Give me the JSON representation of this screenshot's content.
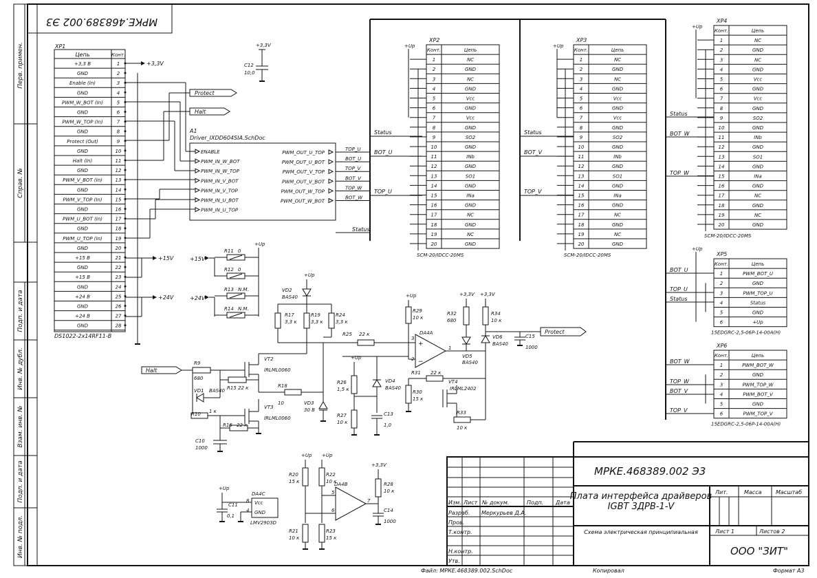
{
  "stamp_top": "МРКЕ.468389.002 Э3",
  "left_strip": [
    "Перв. примен.",
    "Справ. №",
    "Подп. и дата",
    "Инв. № дубл.",
    "Взам. инв. №",
    "Подп. и дата",
    "Инв. № подл."
  ],
  "xp1": {
    "ref": "XP1",
    "col_name": "Цепь",
    "col_pin": "Конт.",
    "part": "DS1022-2x14RF11-B",
    "rows": [
      [
        "+3,3 В",
        "1"
      ],
      [
        "GND",
        "2"
      ],
      [
        "Enable (In)",
        "3"
      ],
      [
        "GND",
        "4"
      ],
      [
        "PWM_W_BOT (In)",
        "5"
      ],
      [
        "GND",
        "6"
      ],
      [
        "PWM_W_TOP (In)",
        "7"
      ],
      [
        "GND",
        "8"
      ],
      [
        "Protect (Out)",
        "9"
      ],
      [
        "GND",
        "10"
      ],
      [
        "Halt (In)",
        "11"
      ],
      [
        "GND",
        "12"
      ],
      [
        "PWM_V_BOT (In)",
        "13"
      ],
      [
        "GND",
        "14"
      ],
      [
        "PWM_V_TOP (In)",
        "15"
      ],
      [
        "GND",
        "16"
      ],
      [
        "PWM_U_BOT (In)",
        "17"
      ],
      [
        "GND",
        "18"
      ],
      [
        "PWM_U_TOP (In)",
        "19"
      ],
      [
        "GND",
        "20"
      ],
      [
        "+15 В",
        "21"
      ],
      [
        "GND",
        "22"
      ],
      [
        "+15 В",
        "23"
      ],
      [
        "GND",
        "24"
      ],
      [
        "+24 В",
        "25"
      ],
      [
        "GND",
        "26"
      ],
      [
        "+24 В",
        "27"
      ],
      [
        "GND",
        "28"
      ]
    ]
  },
  "scm_rows": [
    [
      "1",
      "NC"
    ],
    [
      "2",
      "GND"
    ],
    [
      "3",
      "NC"
    ],
    [
      "4",
      "GND"
    ],
    [
      "5",
      "Vcc"
    ],
    [
      "6",
      "GND"
    ],
    [
      "7",
      "Vcc"
    ],
    [
      "8",
      "GND"
    ],
    [
      "9",
      "SO2"
    ],
    [
      "10",
      "GND"
    ],
    [
      "11",
      "INb"
    ],
    [
      "12",
      "GND"
    ],
    [
      "13",
      "SO1"
    ],
    [
      "14",
      "GND"
    ],
    [
      "15",
      "INa"
    ],
    [
      "16",
      "GND"
    ],
    [
      "17",
      "NC"
    ],
    [
      "18",
      "GND"
    ],
    [
      "19",
      "NC"
    ],
    [
      "20",
      "GND"
    ]
  ],
  "xp2": {
    "ref": "XP2",
    "col_pin": "Конт.",
    "col_name": "Цепь",
    "part": "SCM-20/IDCC-20MS"
  },
  "xp3": {
    "ref": "XP3",
    "col_pin": "Конт.",
    "col_name": "Цепь",
    "part": "SCM-20/IDCC-20MS"
  },
  "xp4": {
    "ref": "XP4",
    "col_pin": "Конт.",
    "col_name": "Цепь",
    "part": "SCM-20/IDCC-20MS"
  },
  "xp5": {
    "ref": "XP5",
    "col_pin": "Конт.",
    "col_name": "Цепь",
    "part": "15EDGRC-2,5-06P-14-00A(H)",
    "rows": [
      [
        "1",
        "PWM_BOT_U"
      ],
      [
        "2",
        "GND"
      ],
      [
        "3",
        "PWM_TOP_U"
      ],
      [
        "4",
        "Status"
      ],
      [
        "5",
        "GND"
      ],
      [
        "6",
        "+Up"
      ]
    ]
  },
  "xp6": {
    "ref": "XP6",
    "col_pin": "Конт.",
    "col_name": "Цепь",
    "part": "15EDGRC-2,5-06P-14-00A(H)",
    "rows": [
      [
        "1",
        "PWM_BOT_W"
      ],
      [
        "2",
        "GND"
      ],
      [
        "3",
        "PWM_TOP_W"
      ],
      [
        "4",
        "PWM_BOT_V"
      ],
      [
        "5",
        "GND"
      ],
      [
        "6",
        "PWM_TOP_V"
      ]
    ]
  },
  "a1": {
    "ref": "A1",
    "name": "Driver_IXDD604SIA.SchDoc",
    "inputs": [
      "ENABLE",
      "PWM_IN_W_BOT",
      "PWM_IN_W_TOP",
      "PWM_IN_V_BOT",
      "PWM_IN_V_TOP",
      "PWM_IN_U_BOT",
      "PWM_IN_U_TOP"
    ],
    "outputs": [
      "PWM_OUT_U_TOP",
      "PWM_OUT_U_BOT",
      "PWM_OUT_V_TOP",
      "PWM_OUT_V_BOT",
      "PWM_OUT_W_TOP",
      "PWM_OUT_W_BOT"
    ],
    "out_nets": [
      "TOP_U",
      "BOT_U",
      "TOP_V",
      "BOT_V",
      "TOP_W",
      "BOT_W"
    ]
  },
  "nets": {
    "protect": "Protect",
    "halt": "Halt",
    "p33": "+3,3V",
    "p15": "+15V",
    "p24": "+24V",
    "up": "+Up",
    "status": "Status",
    "bot_u": "BOT_U",
    "top_u": "TOP_U",
    "bot_v": "BOT_V",
    "top_v": "TOP_V",
    "bot_w": "BOT_W",
    "top_w": "TOP_W"
  },
  "parts": {
    "c12": [
      "C12",
      "10,0"
    ],
    "r11": [
      "R11",
      "0"
    ],
    "r12": [
      "R12",
      "0"
    ],
    "r13": [
      "R13",
      "N.M."
    ],
    "r14": [
      "R14",
      "N.M."
    ],
    "vd2": [
      "VD2",
      "BAS40"
    ],
    "r17": [
      "R17",
      "3,3 к"
    ],
    "r19": [
      "R19",
      "3,3 к"
    ],
    "r24": [
      "R24",
      "3,3 к"
    ],
    "r25": [
      "R25",
      "22 к"
    ],
    "r29": [
      "R29",
      "10 к"
    ],
    "r32": [
      "R32",
      "680"
    ],
    "r34": [
      "R34",
      "10 к"
    ],
    "vd5": [
      "VD5",
      "BAS40"
    ],
    "vd6": [
      "VD6",
      "BAS40"
    ],
    "c15": [
      "C15",
      "1000"
    ],
    "da4a": "DA4A",
    "r9": [
      "R9",
      "680"
    ],
    "vt2": [
      "VT2",
      "IRLML0060"
    ],
    "r15": [
      "R15",
      "22 к"
    ],
    "vd1": [
      "VD1",
      "BAS40"
    ],
    "r18": [
      "R18",
      "10"
    ],
    "r10": [
      "R10",
      "1 к"
    ],
    "vt3": [
      "VT3",
      "IRLML0060"
    ],
    "r16": [
      "R16",
      "22 к"
    ],
    "c10": [
      "C10",
      "1000"
    ],
    "vd3": [
      "VD3",
      "30 В"
    ],
    "r26": [
      "R26",
      "1,5 к"
    ],
    "vd4": [
      "VD4",
      "BAS40"
    ],
    "r27": [
      "R27",
      "10 к"
    ],
    "c13": [
      "C13",
      "1,0"
    ],
    "r31": [
      "R31",
      "22 к"
    ],
    "r30": [
      "R30",
      "15 к"
    ],
    "vt4": [
      "VT4",
      "IRLML2402"
    ],
    "r33": [
      "R33",
      "10 к"
    ],
    "da4c": "DA4C",
    "c11": [
      "C11",
      "0,1"
    ],
    "da4c_part": "LMV2903D",
    "r20": [
      "R20",
      "15 к"
    ],
    "r22": [
      "R22",
      "10 к"
    ],
    "r21": [
      "R21",
      "10 к"
    ],
    "r23": [
      "R23",
      "15 к"
    ],
    "da4b": "DA4B",
    "r28": [
      "R28",
      "10 к"
    ],
    "c14": [
      "C14",
      "1000"
    ],
    "vcc": "Vcc",
    "gnd": "GND"
  },
  "title_block": {
    "code": "МРКЕ.468389.002 Э3",
    "title1": "Плата интерфейса драйверов",
    "title2": "IGBT 3ДРВ-1-V",
    "doc_type": "Схема электрическая принципиальная",
    "cols": [
      "Изм.",
      "Лист",
      "№ докум.",
      "Подп.",
      "Дата"
    ],
    "roles": [
      "Разраб.",
      "Пров.",
      "Т.контр.",
      "",
      "Н.контр.",
      "Утв."
    ],
    "designer": "Меркурьев Д.А.",
    "lit": "Лит.",
    "mass": "Масса",
    "scale": "Масштаб",
    "sheet": "Лист 1",
    "sheets": "Листов 2",
    "org": "ООО \"ЗИТ\""
  },
  "footer": {
    "file": "Файл: МРКЕ.468389.002.SchDoc",
    "copied": "Копировал",
    "format": "Формат А3"
  }
}
